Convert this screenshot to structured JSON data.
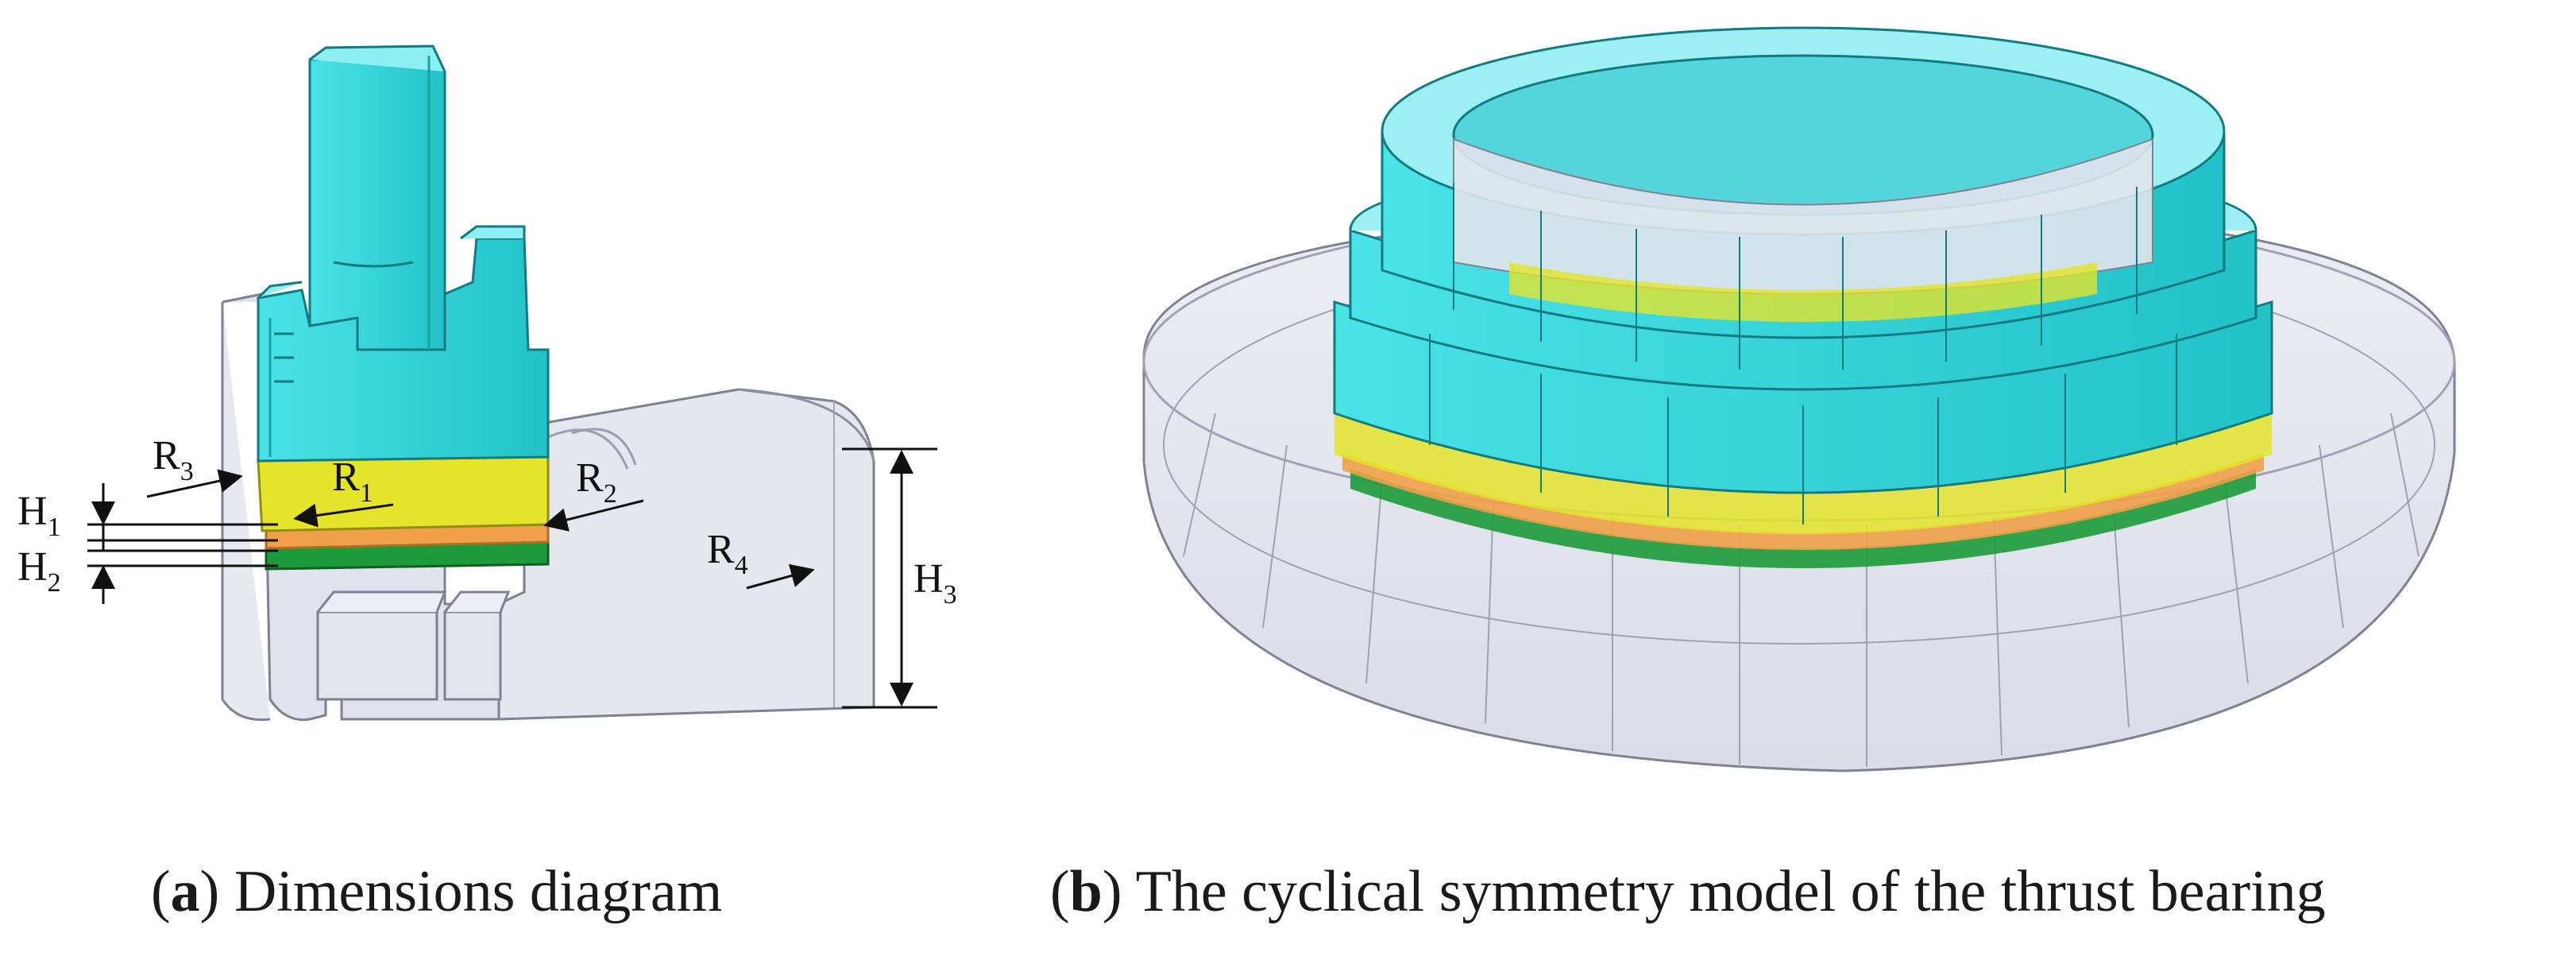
{
  "panel_a": {
    "letter": "a",
    "caption": "Dimensions diagram",
    "labels": {
      "R1": {
        "base": "R",
        "sub": "1"
      },
      "R2": {
        "base": "R",
        "sub": "2"
      },
      "R3": {
        "base": "R",
        "sub": "3"
      },
      "R4": {
        "base": "R",
        "sub": "4"
      },
      "H1": {
        "base": "H",
        "sub": "1"
      },
      "H2": {
        "base": "H",
        "sub": "2"
      },
      "H3": {
        "base": "H",
        "sub": "3"
      }
    }
  },
  "panel_b": {
    "letter": "b",
    "caption": "The cyclical symmetry model of the thrust bearing"
  },
  "colors": {
    "cyan": "#2fd8de",
    "cyan_dark": "#1fb3b8",
    "yellow": "#e4e42a",
    "orange": "#f0a048",
    "green": "#1d9a3a",
    "translucent_grey": "#d8dbe6",
    "outline": "#6b6f7e"
  }
}
